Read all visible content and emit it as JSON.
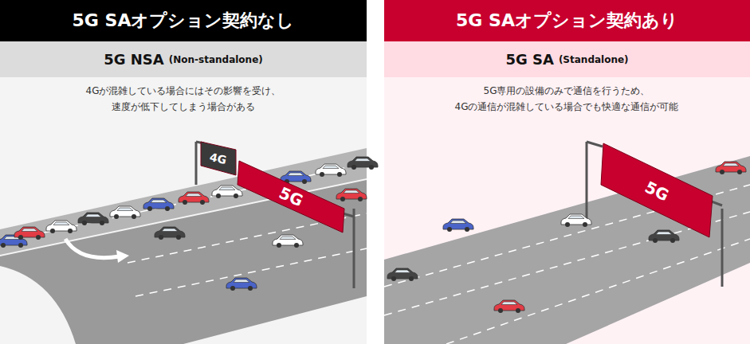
{
  "diagram": {
    "nodes": [
      {
        "text": [
          "5G SAオプション契約なし"
        ]
      },
      {
        "text": [
          "5G NSA",
          "(Non-standalone)"
        ]
      },
      {
        "text": [
          "4G"
        ]
      },
      {
        "text": [
          "5G"
        ]
      },
      {
        "text": [
          "5G SAオプション契約あり"
        ]
      },
      {
        "text": [
          "5G SA",
          "(Standalone)"
        ]
      },
      {
        "text": [
          "5G"
        ]
      }
    ],
    "labels": [
      "4Gが混雑している場合にはその影響を受け、 速度が低下してしまう場合がある",
      "5G専用の設備のみで通信を行うため、 4Gの通信が混雑している場合でも快適な通信が可能"
    ]
  }
}
